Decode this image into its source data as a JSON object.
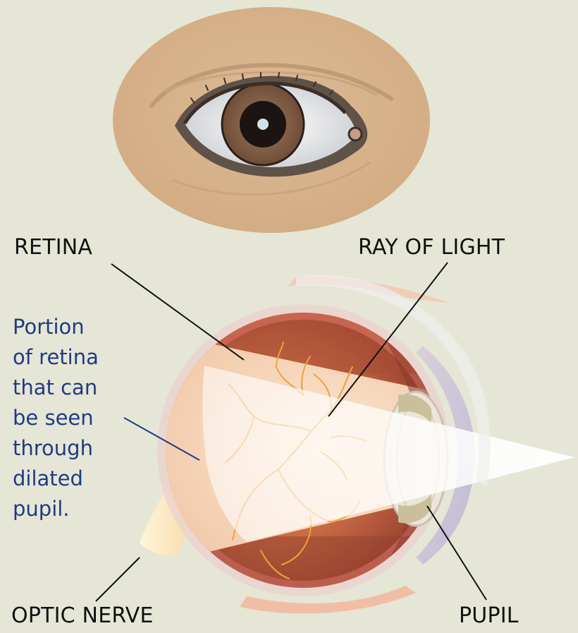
{
  "labels": {
    "retina": "RETINA",
    "ray_of_light": "RAY OF LIGHT",
    "optic_nerve": "OPTIC NERVE",
    "pupil": "PUPIL"
  },
  "annotation": {
    "lines": [
      "Portion",
      "of retina",
      "that can",
      "be seen",
      "through",
      "dilated",
      "pupil."
    ]
  },
  "colors": {
    "background": "#e6e6d6",
    "annotation_text": "#1f3b86",
    "skin": "#d7b38c",
    "iris": "#7d5a43",
    "retina_inner": "#b35a3e",
    "vessels": "#f2a33a"
  }
}
